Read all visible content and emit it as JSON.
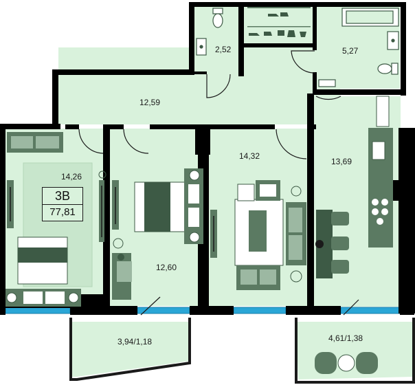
{
  "colors": {
    "wall": "#000000",
    "floor": "#d9f2dc",
    "furniture": "#5b7a62",
    "furniture_dark": "#3d5a45",
    "window": "#2aa6d6"
  },
  "apartment": {
    "type": "3В",
    "total_area": "77,81"
  },
  "rooms": {
    "wc": "2,52",
    "bathroom": "5,27",
    "hall": "12,59",
    "bedroom_left": "14,26",
    "bedroom_middle": "12,60",
    "living_room": "14,32",
    "kitchen": "13,69",
    "balcony_left": "3,94/1,18",
    "balcony_right": "4,61/1,38"
  },
  "icons": [
    "toilet-icon",
    "sink-icon",
    "bathtub-icon",
    "shoe-rack-icon",
    "sofa-icon",
    "bed-icon",
    "plant-icon",
    "tv-icon",
    "stove-icon",
    "dining-table-icon",
    "desk-icon",
    "armchair-icon"
  ]
}
